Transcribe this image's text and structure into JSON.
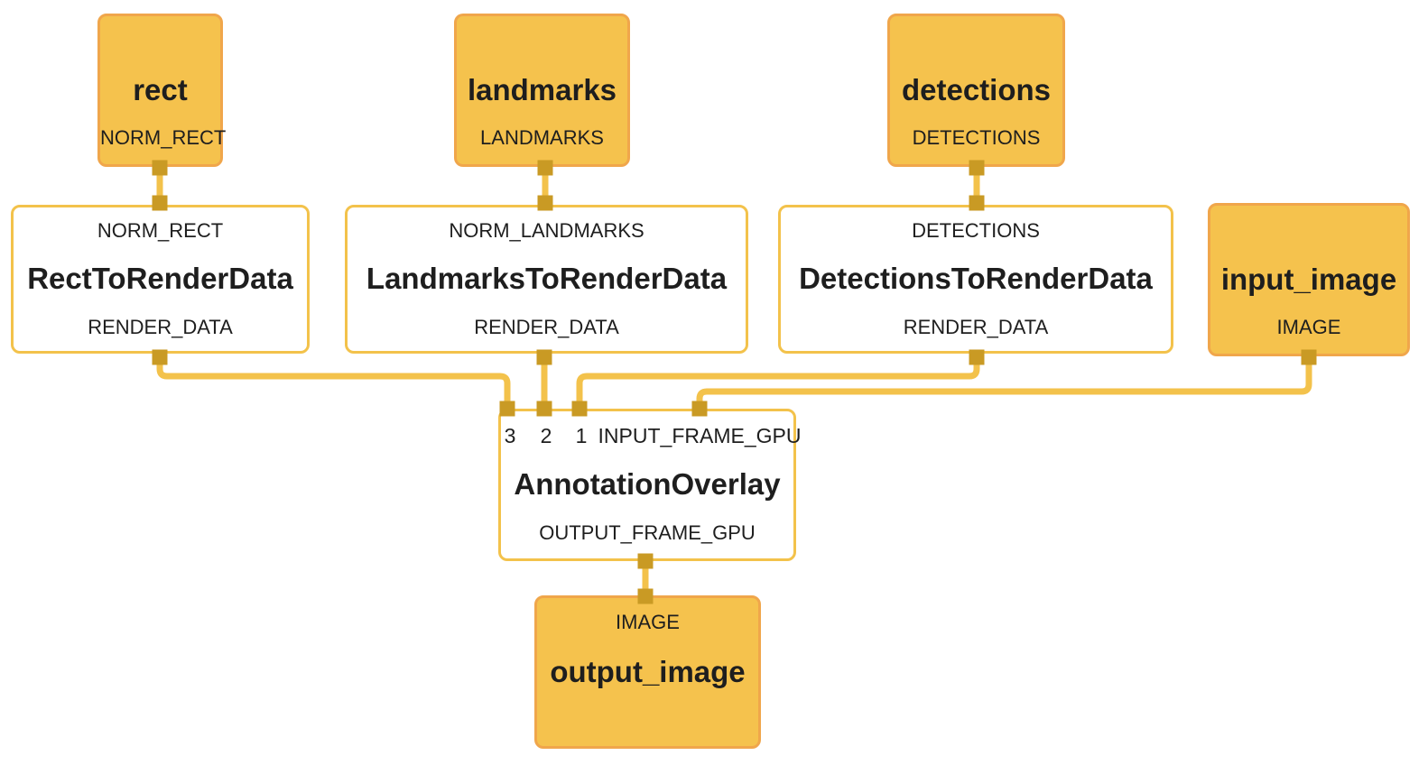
{
  "colors": {
    "background": "#ffffff",
    "node_fill": "#f5c24d",
    "node_border": "#f0a64b",
    "wire": "#f3c24b",
    "port": "#c99a24",
    "text": "#1e1e1e",
    "calc_fill": "#ffffff"
  },
  "nodes": {
    "rect": {
      "title": "rect",
      "output_label": "NORM_RECT"
    },
    "landmarks": {
      "title": "landmarks",
      "output_label": "LANDMARKS"
    },
    "detections": {
      "title": "detections",
      "output_label": "DETECTIONS"
    },
    "rect_to_render_data": {
      "input_label": "NORM_RECT",
      "title": "RectToRenderData",
      "output_label": "RENDER_DATA"
    },
    "landmarks_to_render_data": {
      "input_label": "NORM_LANDMARKS",
      "title": "LandmarksToRenderData",
      "output_label": "RENDER_DATA"
    },
    "detections_to_render_data": {
      "input_label": "DETECTIONS",
      "title": "DetectionsToRenderData",
      "output_label": "RENDER_DATA"
    },
    "input_image": {
      "title": "input_image",
      "output_label": "IMAGE"
    },
    "annotation_overlay": {
      "input_labels": [
        "3",
        "2",
        "1",
        "INPUT_FRAME_GPU"
      ],
      "title": "AnnotationOverlay",
      "output_label": "OUTPUT_FRAME_GPU"
    },
    "output_image": {
      "input_label": "IMAGE",
      "title": "output_image"
    }
  },
  "connections": [
    {
      "from": "rect",
      "from_port": "NORM_RECT",
      "to": "rect_to_render_data",
      "to_port": "NORM_RECT"
    },
    {
      "from": "landmarks",
      "from_port": "LANDMARKS",
      "to": "landmarks_to_render_data",
      "to_port": "NORM_LANDMARKS"
    },
    {
      "from": "detections",
      "from_port": "DETECTIONS",
      "to": "detections_to_render_data",
      "to_port": "DETECTIONS"
    },
    {
      "from": "rect_to_render_data",
      "from_port": "RENDER_DATA",
      "to": "annotation_overlay",
      "to_port": "3"
    },
    {
      "from": "landmarks_to_render_data",
      "from_port": "RENDER_DATA",
      "to": "annotation_overlay",
      "to_port": "2"
    },
    {
      "from": "detections_to_render_data",
      "from_port": "RENDER_DATA",
      "to": "annotation_overlay",
      "to_port": "1"
    },
    {
      "from": "input_image",
      "from_port": "IMAGE",
      "to": "annotation_overlay",
      "to_port": "INPUT_FRAME_GPU"
    },
    {
      "from": "annotation_overlay",
      "from_port": "OUTPUT_FRAME_GPU",
      "to": "output_image",
      "to_port": "IMAGE"
    }
  ]
}
